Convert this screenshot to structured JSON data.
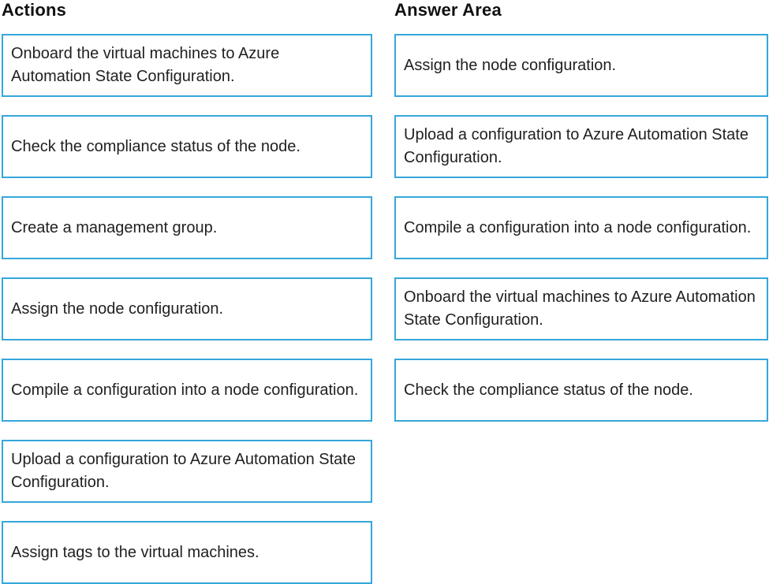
{
  "page": {
    "background_color": "#ffffff",
    "card_border_color": "#35a7db",
    "text_color": "#212121"
  },
  "actions_column": {
    "title": "Actions",
    "items": [
      {
        "label": "Onboard the virtual machines to Azure Automation State Configuration."
      },
      {
        "label": "Check the compliance status of the node."
      },
      {
        "label": "Create a management group."
      },
      {
        "label": "Assign the node configuration."
      },
      {
        "label": "Compile a configuration into a node configuration."
      },
      {
        "label": "Upload a configuration to Azure Automation State Configuration."
      },
      {
        "label": "Assign tags to the virtual machines."
      }
    ]
  },
  "answer_column": {
    "title": "Answer Area",
    "items": [
      {
        "label": "Assign the node configuration."
      },
      {
        "label": "Upload a configuration to Azure Automation State Configuration."
      },
      {
        "label": "Compile a configuration into a node configuration."
      },
      {
        "label": "Onboard the virtual machines to Azure Automation State Configuration."
      },
      {
        "label": "Check the compliance status of the node."
      }
    ]
  }
}
